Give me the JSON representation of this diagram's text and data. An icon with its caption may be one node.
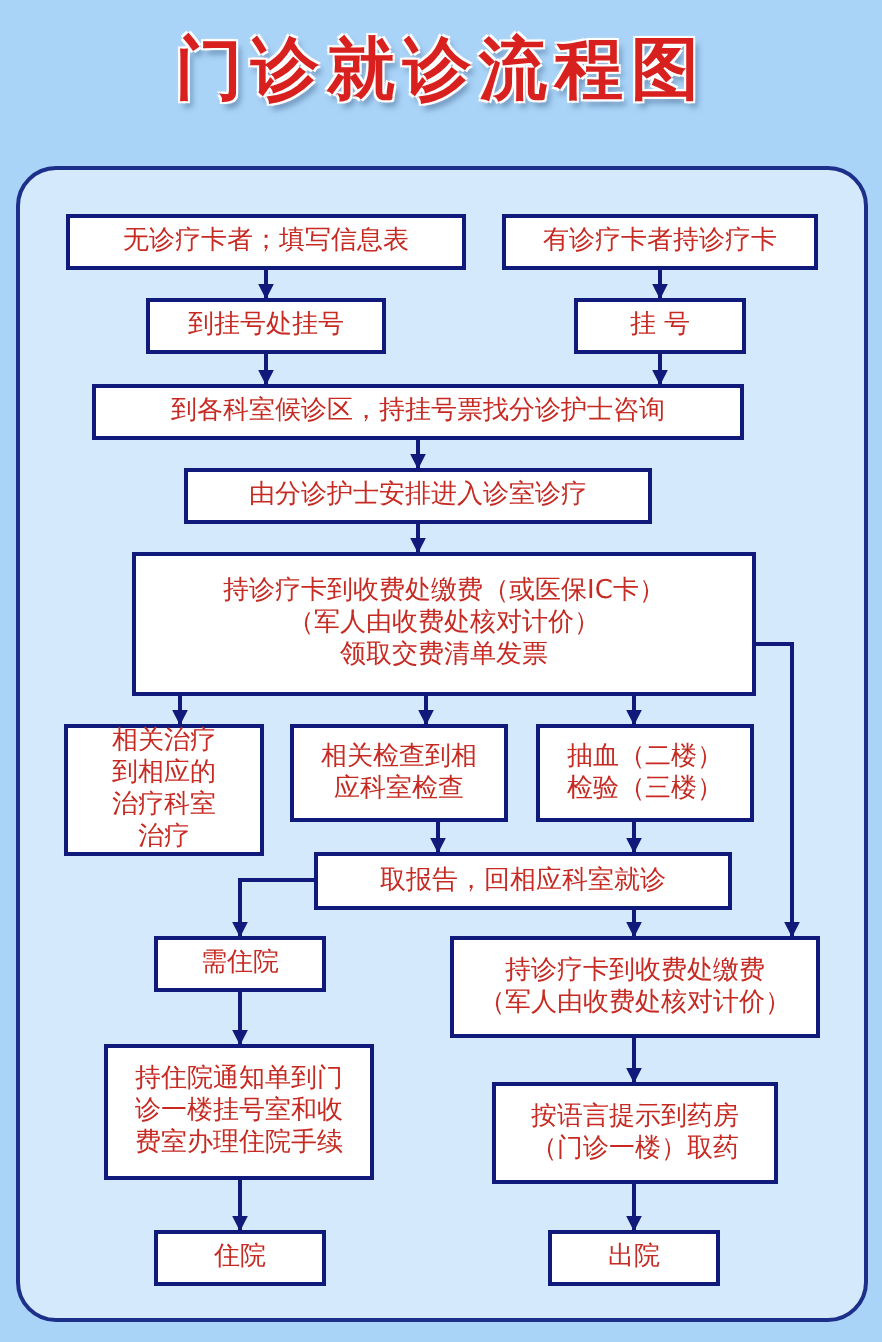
{
  "diagram": {
    "title": "门诊就诊流程图",
    "nodes": [
      {
        "text": [
          "无诊疗卡者；填写信息表"
        ]
      },
      {
        "text": [
          "有诊疗卡者持诊疗卡"
        ]
      },
      {
        "text": [
          "到挂号处挂号"
        ]
      },
      {
        "text": [
          "挂 号"
        ]
      },
      {
        "text": [
          "到各科室候诊区，持挂号票找分诊护士咨询"
        ]
      },
      {
        "text": [
          "由分诊护士安排进入诊室诊疗"
        ]
      },
      {
        "text": [
          "持诊疗卡到收费处缴费（或医保IC卡）",
          "（军人由收费处核对计价）",
          "领取交费清单发票"
        ]
      },
      {
        "text": [
          "相关治疗到相应的治疗科室治疗"
        ]
      },
      {
        "text": [
          "相关检查到相应科室检查"
        ]
      },
      {
        "text": [
          "抽血（二楼）",
          "检验（三楼）"
        ]
      },
      {
        "text": [
          "取报告，回相应科室就诊"
        ]
      },
      {
        "text": [
          "需住院"
        ]
      },
      {
        "text": [
          "持诊疗卡到收费处缴费",
          "（军人由收费处核对计价）"
        ]
      },
      {
        "text": [
          "持住院通知单到门诊一楼挂号室和收费室办理住院手续"
        ]
      },
      {
        "text": [
          "按语言提示到药房",
          "（门诊一楼）取药"
        ]
      },
      {
        "text": [
          "住院"
        ]
      },
      {
        "text": [
          "出院"
        ]
      }
    ],
    "edges": [
      {
        "from": 0,
        "to": 2,
        "arrow": "to"
      },
      {
        "from": 1,
        "to": 3,
        "arrow": "to"
      },
      {
        "from": 2,
        "to": 4,
        "arrow": "to"
      },
      {
        "from": 3,
        "to": 4,
        "arrow": "to"
      },
      {
        "from": 4,
        "to": 5,
        "arrow": "to"
      },
      {
        "from": 5,
        "to": 6,
        "arrow": "to"
      },
      {
        "from": 6,
        "to": 7,
        "arrow": "to"
      },
      {
        "from": 6,
        "to": 8,
        "arrow": "to"
      },
      {
        "from": 6,
        "to": 9,
        "arrow": "to"
      },
      {
        "from": 6,
        "to": 12,
        "arrow": "to"
      },
      {
        "from": 8,
        "to": 10,
        "arrow": "to"
      },
      {
        "from": 9,
        "to": 10,
        "arrow": "to"
      },
      {
        "from": 10,
        "to": 11,
        "arrow": "to"
      },
      {
        "from": 10,
        "to": 12,
        "arrow": "to"
      },
      {
        "from": 11,
        "to": 13,
        "arrow": "to"
      },
      {
        "from": 12,
        "to": 14,
        "arrow": "to"
      },
      {
        "from": 13,
        "to": 15,
        "arrow": "to"
      },
      {
        "from": 14,
        "to": 16,
        "arrow": "to"
      }
    ]
  }
}
